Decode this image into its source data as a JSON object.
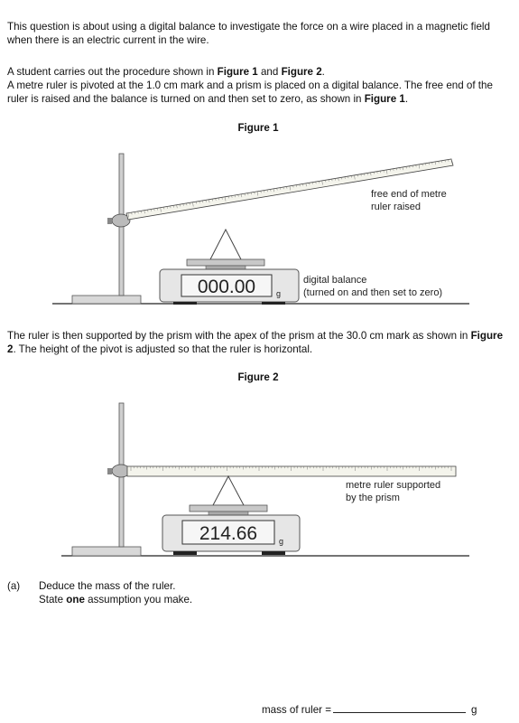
{
  "intro": "This question is about using a digital balance to investigate the force on a wire placed in a magnetic field when there is an electric current in the wire.",
  "procedure": {
    "p1_a": "A student carries out the procedure shown in ",
    "fig1_ref": "Figure 1",
    "p1_and": " and ",
    "fig2_ref": "Figure 2",
    "p1_b": ".",
    "p2_a": "A metre ruler is pivoted at the 1.0 cm mark and a prism is placed on a digital balance. The free end of the ruler is raised and the balance is turned on and then set to zero, as shown in ",
    "p2_fig": "Figure 1",
    "p2_b": "."
  },
  "figure1": {
    "title": "Figure 1",
    "label_free_end_1": "free end of metre",
    "label_free_end_2": "ruler raised",
    "display": "000.00",
    "unit": "g",
    "label_balance_1": "digital balance",
    "label_balance_2": "(turned on and then set to zero)"
  },
  "middle": {
    "a": "The ruler is then supported by the prism with the apex of the prism at the 30.0 cm mark as shown in ",
    "fig": "Figure 2",
    "b": ". The height of the pivot is adjusted so that the ruler is horizontal."
  },
  "figure2": {
    "title": "Figure 2",
    "label_supported_1": "metre ruler supported",
    "label_supported_2": "by the prism",
    "display": "214.66",
    "unit": "g"
  },
  "question": {
    "number": "(a)",
    "line1": "Deduce the mass of the ruler.",
    "line2_a": "State ",
    "line2_bold": "one",
    "line2_b": " assumption you make."
  },
  "answer": {
    "label": "mass of ruler =",
    "unit": "g"
  }
}
